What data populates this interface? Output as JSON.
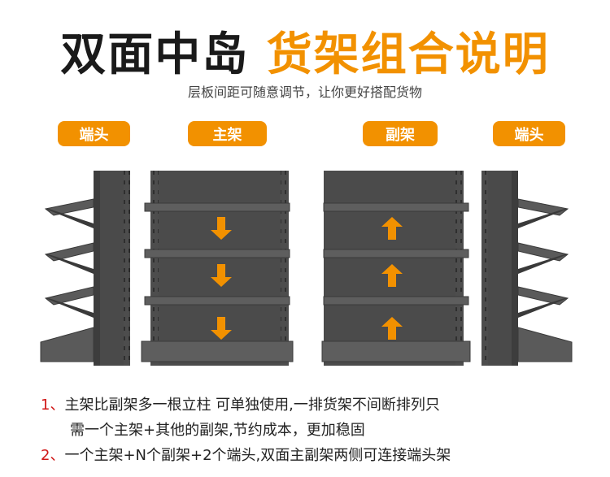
{
  "title": {
    "part1": "双面中岛",
    "part2": "货架组合说明"
  },
  "subtitle": "层板间距可随意调节，让你更好搭配货物",
  "labels": {
    "end_left": "端头",
    "main": "主架",
    "sub": "副架",
    "end_right": "端头"
  },
  "colors": {
    "accent": "#f29100",
    "shelf": "#4b4b4b",
    "note_number": "#d01616"
  },
  "icons": {
    "main_shelf_arrows": "arrow-down-icon",
    "sub_shelf_arrows": "arrow-up-icon"
  },
  "notes": {
    "n1_num": "1、",
    "n1_line1": "主架比副架多一根立柱 可单独使用,一排货架不间断排列只",
    "n1_line2": "需一个主架+其他的副架,节约成本，更加稳固",
    "n2_num": "2、",
    "n2_text": "一个主架+N个副架+2个端头,双面主副架两侧可连接端头架"
  }
}
